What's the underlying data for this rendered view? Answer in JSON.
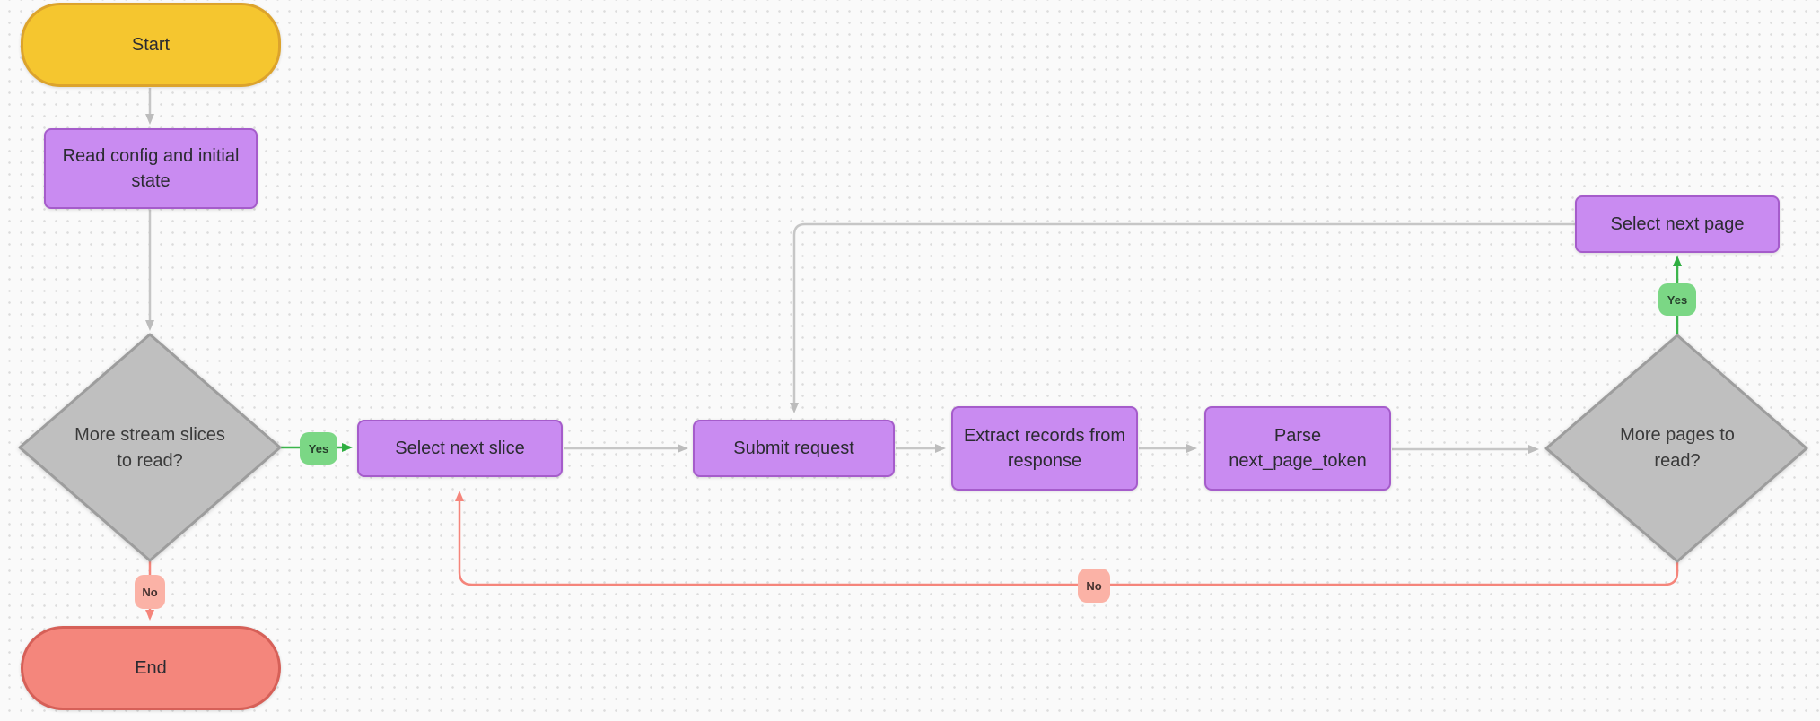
{
  "diagram": {
    "nodes": {
      "start": {
        "label": "Start",
        "type": "terminal"
      },
      "read_config": {
        "label": "Read config and initial state",
        "type": "process"
      },
      "more_slices": {
        "label": "More stream slices to read?",
        "type": "decision"
      },
      "select_slice": {
        "label": "Select next slice",
        "type": "process"
      },
      "submit_request": {
        "label": "Submit request",
        "type": "process"
      },
      "extract_records": {
        "label": "Extract records from response",
        "type": "process"
      },
      "parse_token": {
        "label": "Parse next_page_token",
        "type": "process"
      },
      "more_pages": {
        "label": "More pages to read?",
        "type": "decision"
      },
      "select_page": {
        "label": "Select next page",
        "type": "process"
      },
      "end": {
        "label": "End",
        "type": "terminal"
      }
    },
    "badges": {
      "yes_slices": {
        "label": "Yes"
      },
      "no_slices": {
        "label": "No"
      },
      "yes_pages": {
        "label": "Yes"
      },
      "no_pages": {
        "label": "No"
      }
    },
    "colors": {
      "background": "#fafafa",
      "grid_dot": "#dcdcdc",
      "start_fill": "#f5c62f",
      "start_border": "#dca32c",
      "process_fill": "#c98bf1",
      "process_border": "#a55ccb",
      "decision_fill": "#bfbfbf",
      "decision_border": "#9d9d9d",
      "end_fill": "#f4867c",
      "end_border": "#d66058",
      "yes_badge_fill": "#7bd785",
      "no_badge_fill": "#fbb2a6",
      "edge_gray": "#c6c6c6",
      "edge_green": "#3cb54c",
      "edge_red": "#f5857b"
    }
  }
}
